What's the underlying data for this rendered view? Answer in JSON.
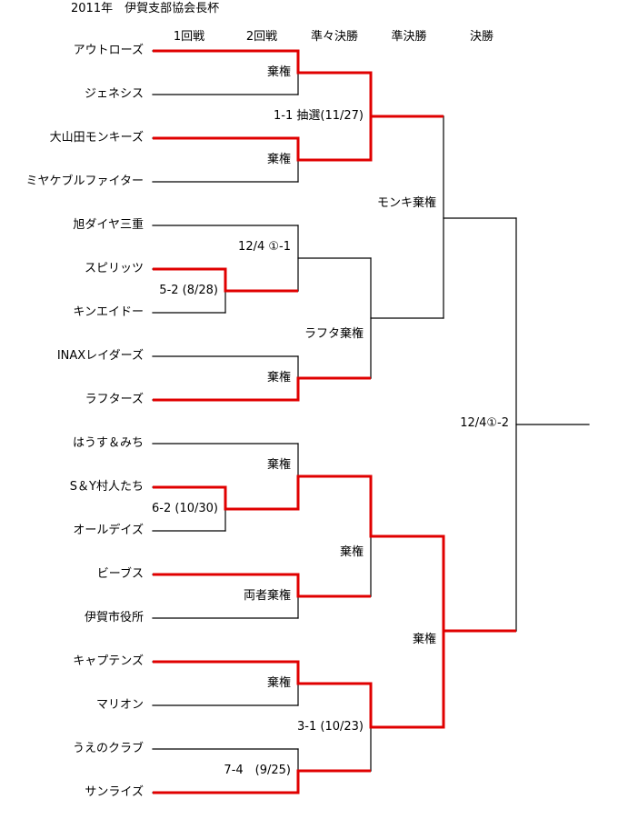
{
  "title": "2011年　伊賀支部協会長杯",
  "headers": [
    "1回戦",
    "2回戦",
    "準々決勝",
    "準決勝",
    "決勝"
  ],
  "teams": [
    "アウトローズ",
    "ジェネシス",
    "大山田モンキーズ",
    "ミヤケブルファイター",
    "旭ダイヤ三重",
    "スピリッツ",
    "キンエイドー",
    "INAXレイダーズ",
    "ラフターズ",
    "はうす＆みち",
    "S＆Y村人たち",
    "オールデイズ",
    "ビーブス",
    "伊賀市役所",
    "キャプテンズ",
    "マリオン",
    "うえのクラブ",
    "サンライズ"
  ],
  "results": {
    "r1_spirits": "5-2 (8/28)",
    "r1_sy": "6-2 (10/30)",
    "r2_m1": "棄権",
    "r2_m2": "棄権",
    "r2_m3": "12/4 ①-1",
    "r2_m4": "棄権",
    "r2_m5": "棄権",
    "r2_m6": "両者棄権",
    "r2_m7": "棄権",
    "r2_m8": "7-4　(9/25)",
    "qf_1": "1-1 抽選(11/27)",
    "qf_2": "ラフタ棄権",
    "qf_3": "棄権",
    "qf_4": "3-1 (10/23)",
    "sf_1": "モンキ棄権",
    "sf_2": "棄権",
    "final": "12/4①-2"
  },
  "colors": {
    "winner_line": "#e00000",
    "line": "#000000"
  }
}
